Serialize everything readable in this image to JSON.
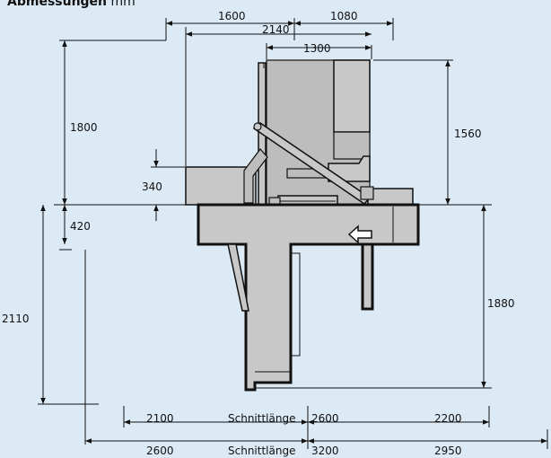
{
  "title": {
    "bold": "Abmessungen",
    "unit": "mm"
  },
  "dimensions": {
    "top_1600": "1600",
    "top_1080": "1080",
    "top_2140": "2140",
    "top_1300": "1300",
    "left_1800": "1800",
    "left_340": "340",
    "left_420": "420",
    "left_2110": "2110",
    "right_1560": "1560",
    "right_1880": "1880",
    "row1_2100": "2100",
    "row1_cut": "Schnittlänge",
    "row1_2600": "2600",
    "row1_2200": "2200",
    "row2_2600": "2600",
    "row2_cut": "Schnittlänge",
    "row2_3200": "3200",
    "row2_2950": "2950"
  }
}
